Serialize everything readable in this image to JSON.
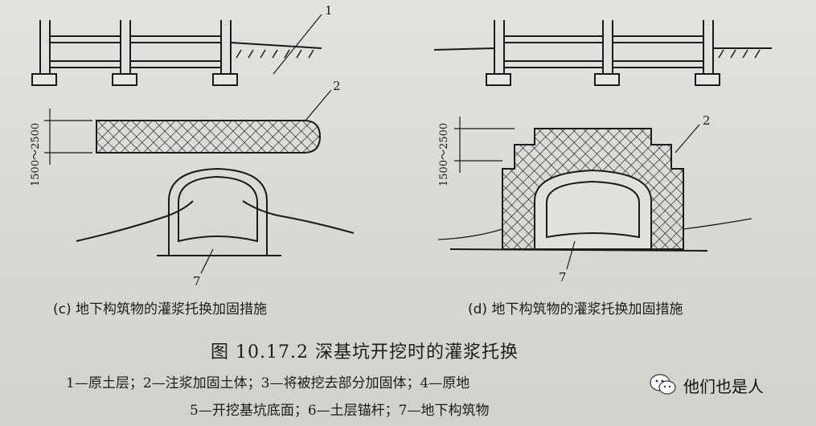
{
  "figure": {
    "labels": {
      "c_top": "1",
      "c_middle": "2",
      "c_bottom": "7",
      "d_middle": "2",
      "d_bottom": "7"
    },
    "dimension_label": "1500～2500",
    "subcaption_c": "(c) 地下构筑物的灌浆托换加固措施",
    "subcaption_d": "(d) 地下构筑物的灌浆托换加固措施"
  },
  "caption": {
    "title": "图 10.17.2   深基坑开挖时的灌浆托换",
    "legend_line1": "1—原土层；2—注浆加固土体；3—将被挖去部分加固体；4—原地",
    "legend_line2": "5—开挖基坑底面；6—土层锚杆；7—地下构筑物"
  },
  "watermark": {
    "text": "他们也是人",
    "icon": "wechat-icon"
  }
}
